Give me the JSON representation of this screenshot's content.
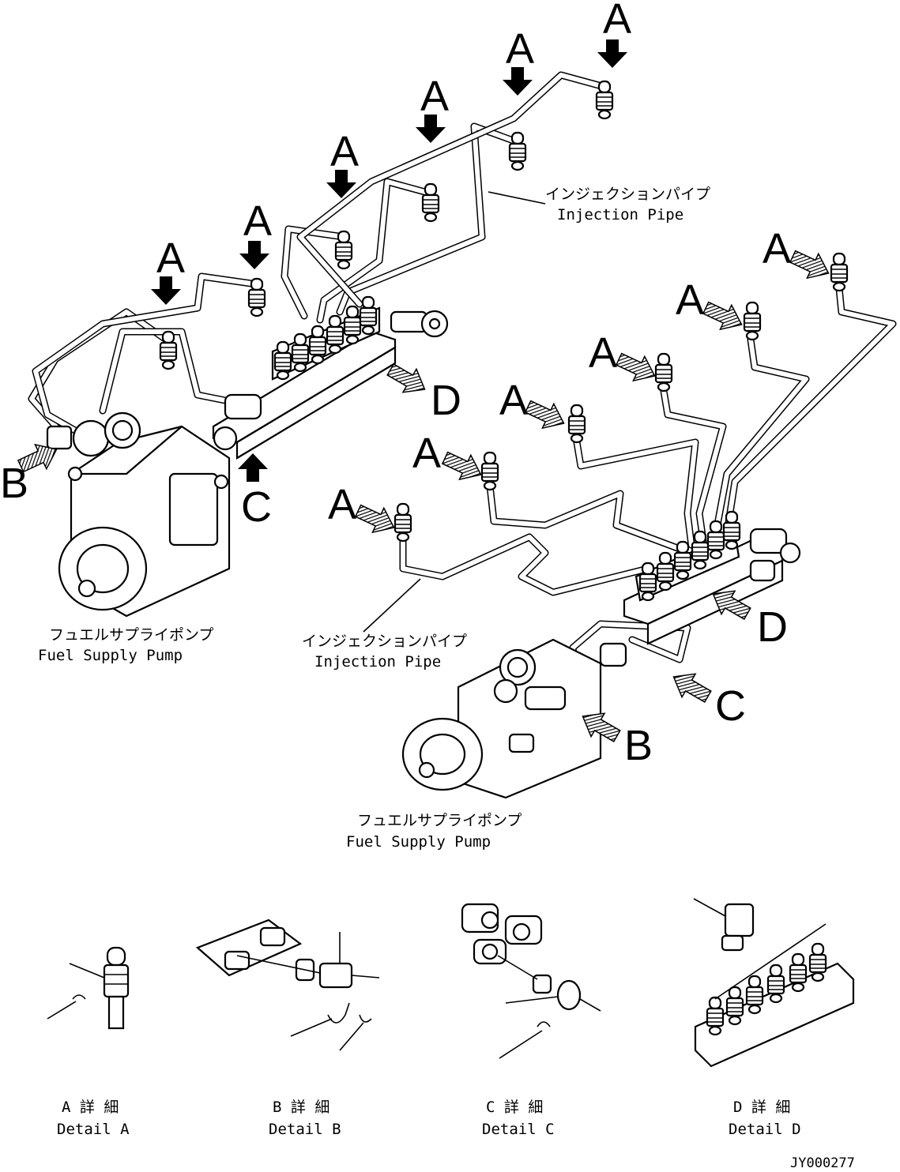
{
  "callouts": {
    "detail_letter_a": "A",
    "detail_letter_b": "B",
    "detail_letter_c": "C",
    "detail_letter_d": "D"
  },
  "labels": {
    "injection_pipe_jp": "インジェクションパイプ",
    "injection_pipe_en": "Injection Pipe",
    "fuel_supply_pump_jp": "フュエルサプライポンプ",
    "fuel_supply_pump_en": "Fuel Supply Pump"
  },
  "details": [
    {
      "jp": "A 詳 細",
      "en": "Detail A"
    },
    {
      "jp": "B 詳 細",
      "en": "Detail B"
    },
    {
      "jp": "C 詳 細",
      "en": "Detail C"
    },
    {
      "jp": "D 詳 細",
      "en": "Detail D"
    }
  ],
  "drawing_number": "JY000277"
}
